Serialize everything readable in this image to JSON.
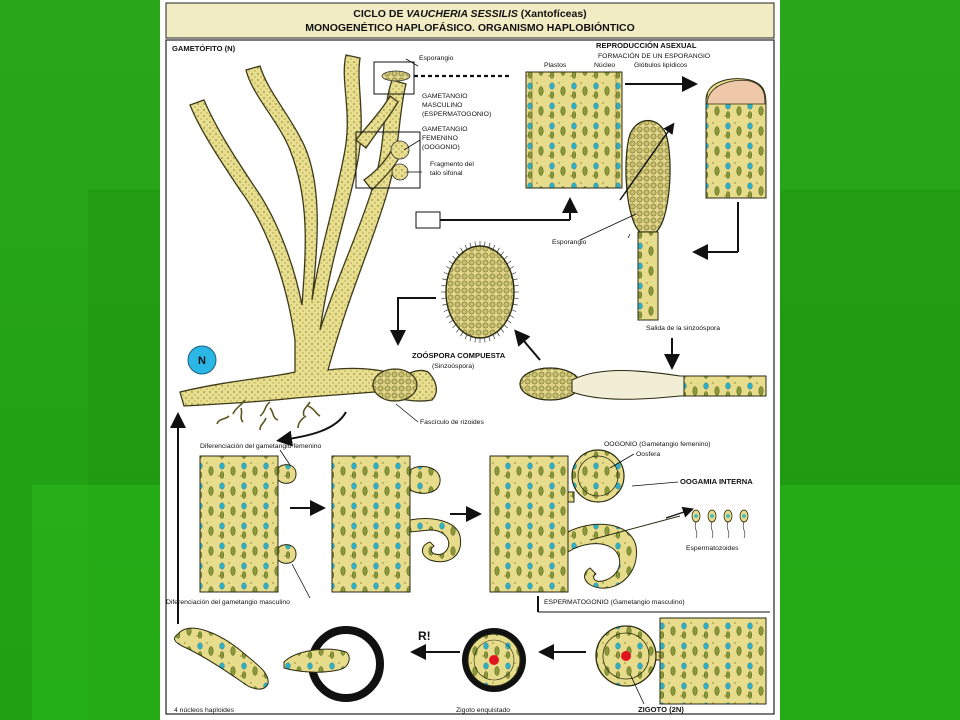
{
  "diagram": {
    "title_prefix": "CICLO DE ",
    "title_species": "VAUCHERIA SESSILIS",
    "title_suffix": " (Xantofíceas)",
    "subtitle": "MONOGENÉTICO HAPLOFÁSICO. ORGANISMO HAPLOBIÓNTICO",
    "labels": {
      "gametofito": "GAMETÓFITO (N)",
      "esporangio_top": "Esporangio",
      "gam_masc_1": "GAMETANGIO",
      "gam_masc_2": "MASCULINO",
      "gam_masc_3": "(ESPERMATOGONIO)",
      "gam_fem_1": "GAMETANGIO",
      "gam_fem_2": "FEMENINO",
      "gam_fem_3": "(OOGONIO)",
      "fragmento_1": "Fragmento del",
      "fragmento_2": "talo sifonal",
      "repro_asexual": "REPRODUCCIÓN ASEXUAL",
      "formacion": "FORMACIÓN DE UN ESPORANGIO",
      "plastos": "Plastos",
      "nucleo": "Núcleo",
      "globulos": "Glóbulos lipídicos",
      "esporangio_mid": "Esporangio",
      "salida": "Salida de la sinzoóspora",
      "zoospora_1": "ZOÓSPORA COMPUESTA",
      "zoospora_2": "(Sinzoóspora)",
      "fasciculo": "Fascículo de rizoides",
      "n_badge": "N",
      "dif_femenino": "Diferenciación del gametangio femenino",
      "oogonio": "OOGONIO (Gametangio femenino)",
      "oosfera": "Oosfera",
      "oogamia": "OOGAMIA INTERNA",
      "espermatozoides": "Espermatozoides",
      "dif_masculino": "Diferenciación del gametangio masculino",
      "espermatogonio": "ESPERMATOGONIO (Gametangio masculino)",
      "ri": "R!",
      "nucleos": "4 núcleos haploides",
      "zigoto_enquistado": "Zigoto enquistado",
      "zigoto": "ZIGOTO (2N)"
    }
  },
  "colors": {
    "background_green": "#23a815",
    "cell_fill": "#e6dc8c",
    "chloroplast": "#8a9a3a",
    "nucleus": "#35b5c8",
    "badge": "#2bb7e6",
    "zygote_nucleus": "#e0141e"
  }
}
